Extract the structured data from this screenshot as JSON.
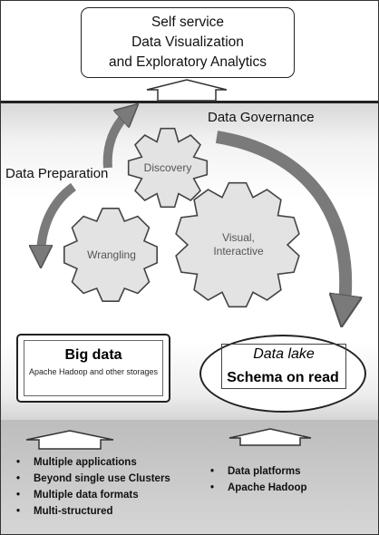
{
  "top_box": {
    "line1": "Self service",
    "line2": "Data Visualization",
    "line3": "and Exploratory Analytics"
  },
  "labels": {
    "governance": "Data Governance",
    "preparation": "Data Preparation"
  },
  "gears": {
    "discovery": "Discovery",
    "wrangling": "Wrangling",
    "visual_line1": "Visual,",
    "visual_line2": "Interactive"
  },
  "big_data": {
    "title": "Big data",
    "subtitle": "Apache Hadoop and other storages"
  },
  "data_lake": {
    "title": "Data lake",
    "subtitle": "Schema on read"
  },
  "bottom_left_items": [
    "Multiple applications",
    "Beyond single use Clusters",
    "Multiple data formats",
    "Multi-structured"
  ],
  "bottom_right_items": [
    "Data platforms",
    "Apache Hadoop"
  ],
  "colors": {
    "gear": "#e3e3e3",
    "arrow": "#7a7a7a"
  }
}
